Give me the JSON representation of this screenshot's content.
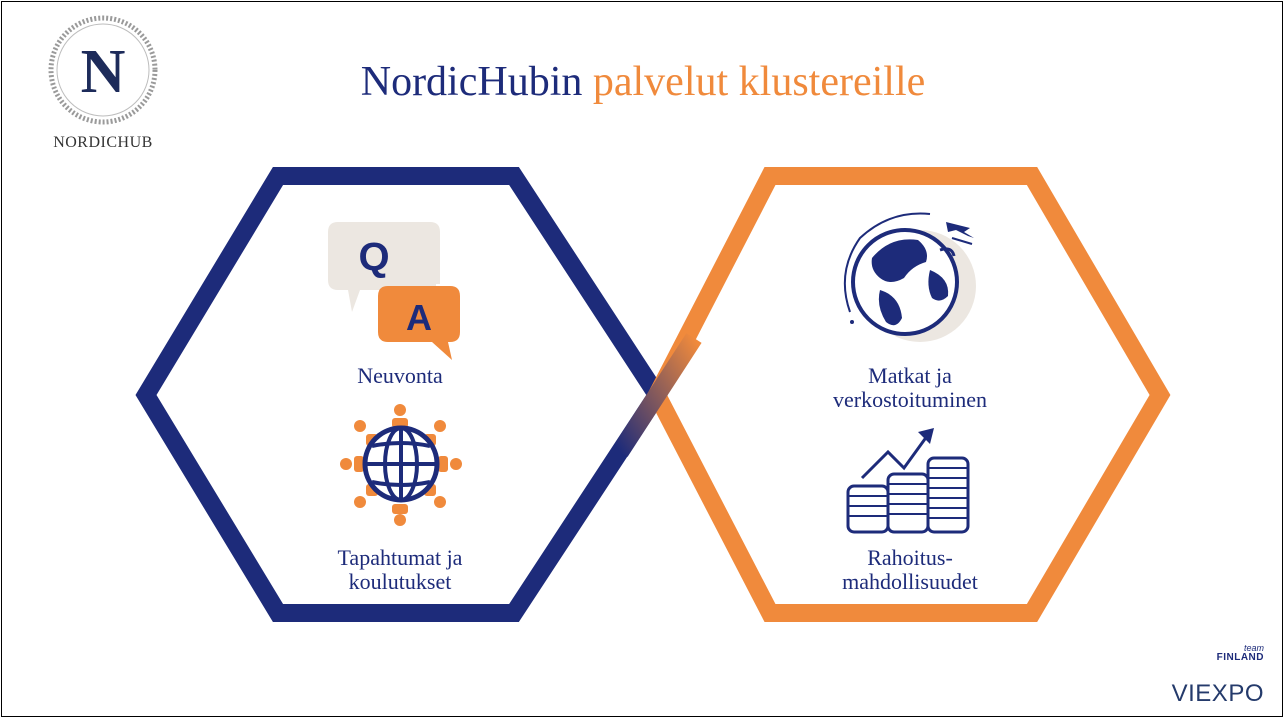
{
  "logo": {
    "letter": "N",
    "name": "NORDICHUB"
  },
  "title": {
    "part1": "NordicHubin",
    "part2": "palvelut klustereille"
  },
  "left_panel": {
    "qa": {
      "q": "Q",
      "a": "A"
    },
    "item1_label": "Neuvonta",
    "item2_line1": "Tapahtumat ja",
    "item2_line2": "koulutukset"
  },
  "right_panel": {
    "item1_line1": "Matkat ja",
    "item1_line2": "verkostoituminen",
    "item2_line1": "Rahoitus-",
    "item2_line2": "mahdollisuudet"
  },
  "partners": {
    "team": "team",
    "finland": "FINLAND",
    "viexpo": "VIEXPO"
  },
  "colors": {
    "navy": "#1d2b7a",
    "orange": "#f08a3c",
    "beige": "#ece7e1"
  }
}
